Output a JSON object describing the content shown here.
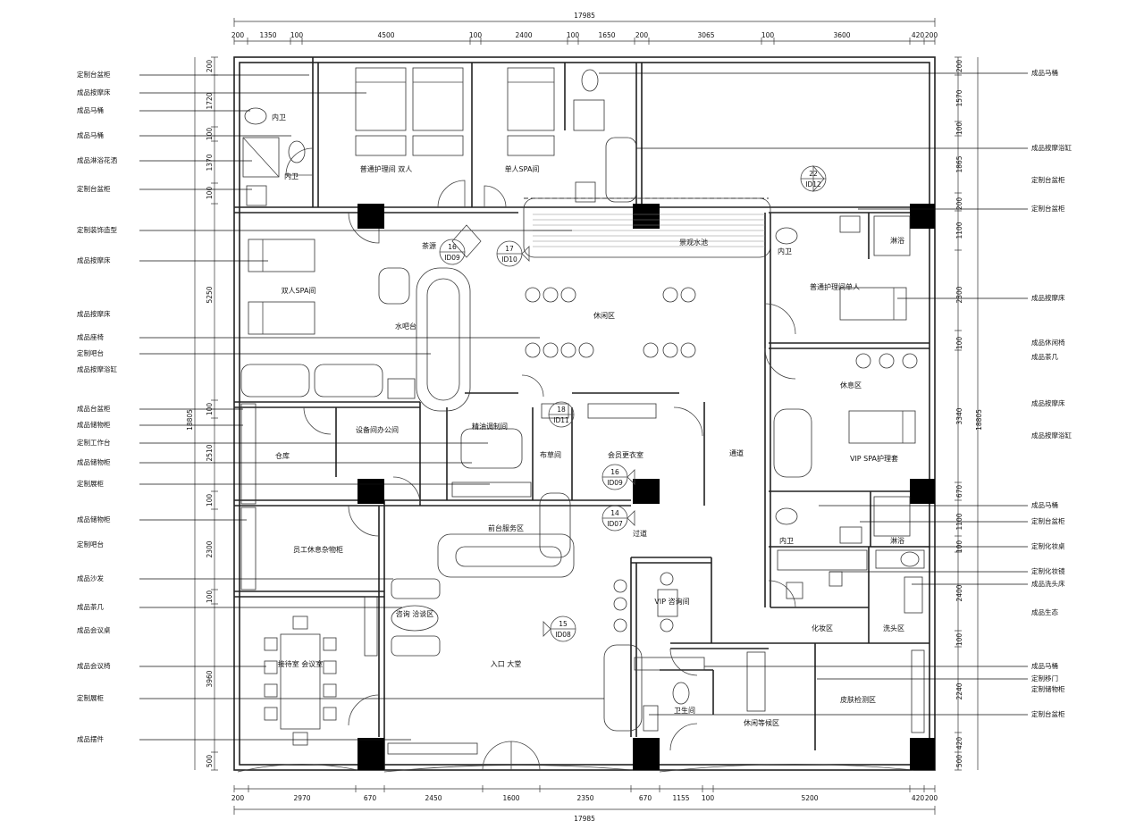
{
  "dimensions": {
    "overall": "17985",
    "top": [
      "200",
      "1350",
      "100",
      "4500",
      "100",
      "2400",
      "100",
      "1650",
      "200",
      "3065",
      "100",
      "3600",
      "420",
      "200"
    ],
    "bottom": [
      "200",
      "2970",
      "670",
      "2450",
      "1600",
      "2350",
      "670",
      "1155",
      "100",
      "5200",
      "420",
      "200"
    ],
    "left": [
      "200",
      "1720",
      "100",
      "1370",
      "100",
      "5250",
      "100",
      "2510",
      "100",
      "2300",
      "100",
      "3960",
      "500"
    ],
    "right": [
      "200",
      "1570",
      "100",
      "1865",
      "200",
      "1100",
      "2300",
      "100",
      "3340",
      "670",
      "1100",
      "100",
      "2400",
      "100",
      "2240",
      "420",
      "500"
    ],
    "left_total": "18805",
    "right_total": "18805"
  },
  "rooms": [
    {
      "id": "r1",
      "label": "内卫"
    },
    {
      "id": "r2",
      "label": "内卫"
    },
    {
      "id": "r3",
      "label": "普通护理间 双人"
    },
    {
      "id": "r4",
      "label": "单人SPA间"
    },
    {
      "id": "r5",
      "label": "双人SPA间"
    },
    {
      "id": "r6",
      "label": "水吧台"
    },
    {
      "id": "r7",
      "label": "休闲区"
    },
    {
      "id": "r8",
      "label": "茶源"
    },
    {
      "id": "r9",
      "label": "普通护理间单人"
    },
    {
      "id": "r10",
      "label": "内卫"
    },
    {
      "id": "r11",
      "label": "淋浴"
    },
    {
      "id": "r12",
      "label": "休息区"
    },
    {
      "id": "r13",
      "label": "VIP SPA护理套"
    },
    {
      "id": "r14",
      "label": "设备间办公间"
    },
    {
      "id": "r15",
      "label": "精油调制间"
    },
    {
      "id": "r16",
      "label": "布草间"
    },
    {
      "id": "r17",
      "label": "会员更衣室"
    },
    {
      "id": "r18",
      "label": "通道"
    },
    {
      "id": "r19",
      "label": "仓库"
    },
    {
      "id": "r20",
      "label": "员工休息杂物柜"
    },
    {
      "id": "r21",
      "label": "前台服务区"
    },
    {
      "id": "r22",
      "label": "过道"
    },
    {
      "id": "r23",
      "label": "内卫"
    },
    {
      "id": "r24",
      "label": "淋浴"
    },
    {
      "id": "r25",
      "label": "咨询 洽谈区"
    },
    {
      "id": "r26",
      "label": "VIP 咨询间"
    },
    {
      "id": "r27",
      "label": "化妆区"
    },
    {
      "id": "r28",
      "label": "洗头区"
    },
    {
      "id": "r29",
      "label": "接待室 会议室"
    },
    {
      "id": "r30",
      "label": "入口 大堂"
    },
    {
      "id": "r31",
      "label": "卫生间"
    },
    {
      "id": "r32",
      "label": "休闲等候区"
    },
    {
      "id": "r33",
      "label": "皮肤检测区"
    },
    {
      "id": "r34",
      "label": "景观水池"
    }
  ],
  "tags": [
    {
      "num": "16",
      "code": "ID09"
    },
    {
      "num": "17",
      "code": "ID10"
    },
    {
      "num": "22",
      "code": "ID12"
    },
    {
      "num": "18",
      "code": "ID11"
    },
    {
      "num": "16",
      "code": "ID09"
    },
    {
      "num": "14",
      "code": "ID07"
    },
    {
      "num": "15",
      "code": "ID08"
    }
  ],
  "left_labels": [
    "定制台盆柜",
    "成品按摩床",
    "成品马桶",
    "成品马桶",
    "成品淋浴花洒",
    "定制台盆柜",
    "定制装饰造型",
    "成品按摩床",
    "成品按摩床",
    "成品座椅",
    "定制吧台",
    "成品按摩浴缸",
    "成品台盆柜",
    "成品储物柜",
    "定制工作台",
    "成品储物柜",
    "定制展柜",
    "成品储物柜",
    "定制吧台",
    "成品沙发",
    "成品茶几",
    "成品会议桌",
    "成品会议椅",
    "定制展柜",
    "成品摆件"
  ],
  "right_labels": [
    "成品马桶",
    "成品按摩浴缸",
    "定制台盆柜",
    "定制台盆柜",
    "成品按摩床",
    "成品休闲椅",
    "成品茶几",
    "成品按摩床",
    "成品按摩浴缸",
    "成品马桶",
    "定制台盆柜",
    "定制化妆桌",
    "定制化妆镜",
    "成品洗头床",
    "成品生态",
    "成品马桶",
    "定制移门",
    "定制储物柜",
    "定制台盆柜"
  ]
}
